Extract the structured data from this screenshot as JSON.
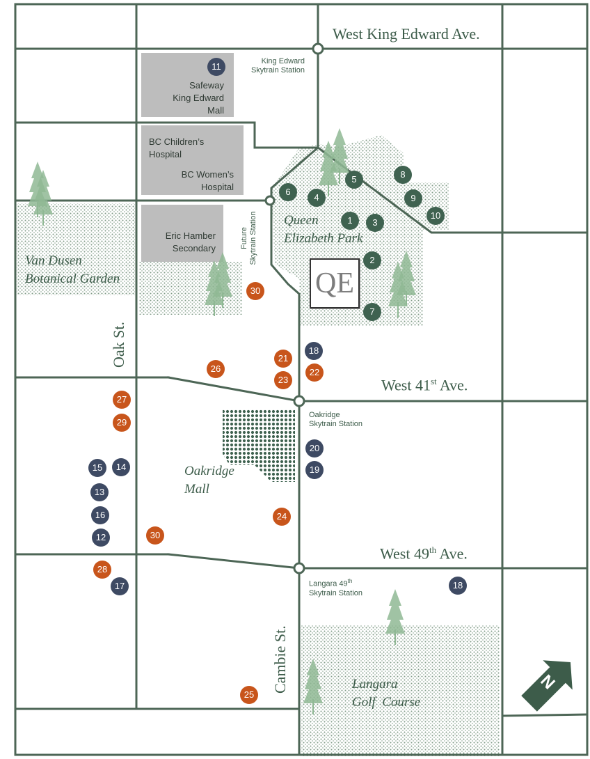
{
  "streets": {
    "king_edward": "West King Edward Ave.",
    "w41_main": "West 41",
    "w41_sup": "st",
    "w41_suffix": " Ave.",
    "w49_main": "West 49",
    "w49_sup": "th",
    "w49_suffix": " Ave.",
    "oak": "Oak St.",
    "cambie": "Cambie St."
  },
  "stations": {
    "king_edward_1": "King Edward",
    "king_edward_2": "Skytrain Station",
    "future_1": "Future",
    "future_2": "Skytrain Station",
    "oakridge_1": "Oakridge",
    "oakridge_2": "Skytrain Station",
    "langara_1": "Langara 49",
    "langara_sup": "th",
    "langara_2": "Skytrain Station"
  },
  "buildings": {
    "safeway_1": "Safeway",
    "safeway_2": "King Edward",
    "safeway_3": "Mall",
    "bcch_1": "BC Children’s",
    "bcch_2": "Hospital",
    "bcw_1": "BC Women’s",
    "bcw_2": "Hospital",
    "eric_1": "Eric Hamber",
    "eric_2": "Secondary"
  },
  "parks": {
    "qe_1": "Queen",
    "qe_2": "Elizabeth Park",
    "qe_logo": "QE",
    "vandusen_1": "Van Dusen",
    "vandusen_2": "Botanical Garden",
    "oakridge_1": "Oakridge",
    "oakridge_2": "Mall",
    "langara_1": "Langara",
    "langara_2": "Golf  Course"
  },
  "compass": {
    "label": "N",
    "icon": "north-arrow-icon"
  },
  "colors": {
    "road": "#4d6656",
    "park_marker": "#3f6250",
    "blue_marker": "#3e4a63",
    "orange_marker": "#c8551b",
    "building": "#bdbdbd",
    "tree": "#8fb894"
  },
  "markers": {
    "park": [
      "1",
      "2",
      "3",
      "4",
      "5",
      "6",
      "7",
      "8",
      "9",
      "10"
    ],
    "blue": [
      "11",
      "12",
      "13",
      "14",
      "15",
      "16",
      "17",
      "18",
      "18",
      "19",
      "20"
    ],
    "orange": [
      "21",
      "22",
      "23",
      "24",
      "25",
      "26",
      "27",
      "28",
      "29",
      "30",
      "30"
    ]
  }
}
